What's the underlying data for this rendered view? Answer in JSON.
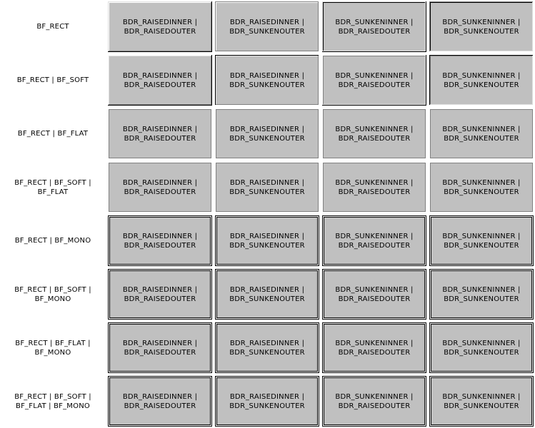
{
  "colors": {
    "face": "#c0c0c0",
    "highlight": "#ffffff",
    "light": "#dfdfdf",
    "shadow": "#808080",
    "dark_shadow": "#000000",
    "background": "#ffffff"
  },
  "rows": [
    {
      "label": "BF_RECT",
      "cells": [
        "BDR_RAISEDINNER |\nBDR_RAISEDOUTER",
        "BDR_RAISEDINNER |\nBDR_SUNKENOUTER",
        "BDR_SUNKENINNER |\nBDR_RAISEDOUTER",
        "BDR_SUNKENINNER |\nBDR_SUNKENOUTER"
      ]
    },
    {
      "label": "BF_RECT | BF_SOFT",
      "cells": [
        "BDR_RAISEDINNER |\nBDR_RAISEDOUTER",
        "BDR_RAISEDINNER |\nBDR_SUNKENOUTER",
        "BDR_SUNKENINNER |\nBDR_RAISEDOUTER",
        "BDR_SUNKENINNER |\nBDR_SUNKENOUTER"
      ]
    },
    {
      "label": "BF_RECT | BF_FLAT",
      "cells": [
        "BDR_RAISEDINNER |\nBDR_RAISEDOUTER",
        "BDR_RAISEDINNER |\nBDR_SUNKENOUTER",
        "BDR_SUNKENINNER |\nBDR_RAISEDOUTER",
        "BDR_SUNKENINNER |\nBDR_SUNKENOUTER"
      ]
    },
    {
      "label": "BF_RECT | BF_SOFT |\nBF_FLAT",
      "cells": [
        "BDR_RAISEDINNER |\nBDR_RAISEDOUTER",
        "BDR_RAISEDINNER |\nBDR_SUNKENOUTER",
        "BDR_SUNKENINNER |\nBDR_RAISEDOUTER",
        "BDR_SUNKENINNER |\nBDR_SUNKENOUTER"
      ]
    },
    {
      "label": "BF_RECT | BF_MONO",
      "cells": [
        "BDR_RAISEDINNER |\nBDR_RAISEDOUTER",
        "BDR_RAISEDINNER |\nBDR_SUNKENOUTER",
        "BDR_SUNKENINNER |\nBDR_RAISEDOUTER",
        "BDR_SUNKENINNER |\nBDR_SUNKENOUTER"
      ]
    },
    {
      "label": "BF_RECT | BF_SOFT |\nBF_MONO",
      "cells": [
        "BDR_RAISEDINNER |\nBDR_RAISEDOUTER",
        "BDR_RAISEDINNER |\nBDR_SUNKENOUTER",
        "BDR_SUNKENINNER |\nBDR_RAISEDOUTER",
        "BDR_SUNKENINNER |\nBDR_SUNKENOUTER"
      ]
    },
    {
      "label": "BF_RECT | BF_FLAT |\nBF_MONO",
      "cells": [
        "BDR_RAISEDINNER |\nBDR_RAISEDOUTER",
        "BDR_RAISEDINNER |\nBDR_SUNKENOUTER",
        "BDR_SUNKENINNER |\nBDR_RAISEDOUTER",
        "BDR_SUNKENINNER |\nBDR_SUNKENOUTER"
      ]
    },
    {
      "label": "BF_RECT | BF_SOFT |\nBF_FLAT | BF_MONO",
      "cells": [
        "BDR_RAISEDINNER |\nBDR_RAISEDOUTER",
        "BDR_RAISEDINNER |\nBDR_SUNKENOUTER",
        "BDR_SUNKENINNER |\nBDR_RAISEDOUTER",
        "BDR_SUNKENINNER |\nBDR_SUNKENOUTER"
      ]
    }
  ]
}
